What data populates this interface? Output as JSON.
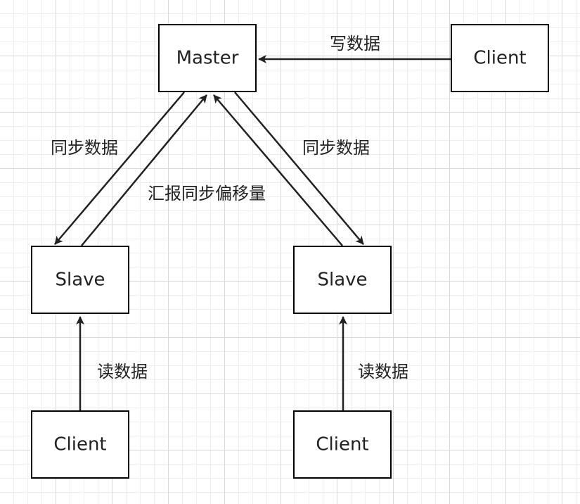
{
  "nodes": {
    "master": "Master",
    "client_writer": "Client",
    "slave_left": "Slave",
    "slave_right": "Slave",
    "client_reader_left": "Client",
    "client_reader_right": "Client"
  },
  "edges": {
    "write": "写数据",
    "sync_left": "同步数据",
    "report_offset": "汇报同步偏移量",
    "sync_right": "同步数据",
    "read_left": "读数据",
    "read_right": "读数据"
  },
  "colors": {
    "line": "#222222",
    "box_border": "#000000",
    "box_fill": "#ffffff"
  }
}
